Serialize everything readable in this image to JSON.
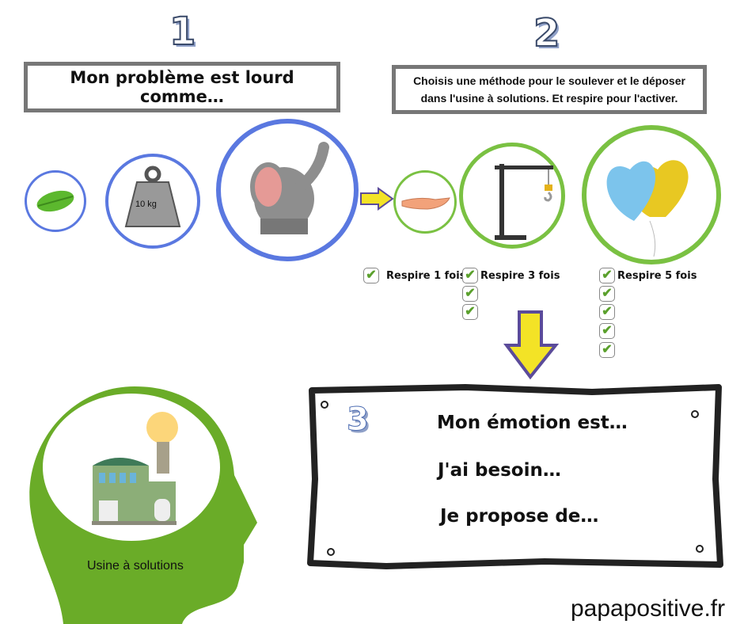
{
  "step1": {
    "number": "1",
    "title": "Mon problème est lourd comme…",
    "weight_label": "10 kg"
  },
  "step2": {
    "number": "2",
    "instruction_line1": "Choisis une méthode pour le soulever et le déposer",
    "instruction_line2": "dans l'usine à solutions. Et respire pour l'activer.",
    "methods": [
      {
        "label": "Respire 1 fois",
        "checks": 1
      },
      {
        "label": "Respire 3 fois",
        "checks": 3
      },
      {
        "label": "Respire 5 fois",
        "checks": 5
      }
    ]
  },
  "step3": {
    "number": "3",
    "lines": [
      "Mon émotion est…",
      "J'ai besoin…",
      "Je propose de…"
    ]
  },
  "head": {
    "label": "Usine à solutions"
  },
  "footer": {
    "site": "papapositive.fr"
  },
  "colors": {
    "blue": "#5a78e0",
    "green": "#7ac142",
    "head_green": "#6aac28",
    "icon_check": "#5aa02c"
  }
}
